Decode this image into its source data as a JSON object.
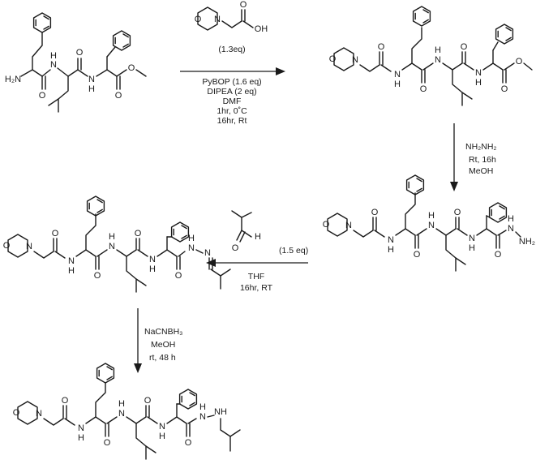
{
  "atoms": {
    "H2N": "H₂N",
    "N": "N",
    "O": "O",
    "H": "H",
    "OH": "OH",
    "NH": "NH",
    "HN": "HN",
    "H_lbl": "H",
    "NH2": "NH₂",
    "NNH2_hyd": "N",
    "N_eq": "N"
  },
  "step1": {
    "reagent": "(1.3eq)",
    "lines": [
      "PyBOP (1.6 eq)",
      "DIPEA (2 eq)",
      "DMF",
      "1hr, 0˚C",
      "16hr, Rt"
    ]
  },
  "step2": {
    "lines": [
      "NH₂NH₂",
      "Rt, 16h",
      "MeOH"
    ]
  },
  "step3": {
    "reagent": "(1.5 eq)",
    "lines": [
      "THF",
      "16hr, RT"
    ]
  },
  "step4": {
    "lines": [
      "NaCNBH₃",
      "MeOH",
      "rt, 48 h"
    ]
  }
}
